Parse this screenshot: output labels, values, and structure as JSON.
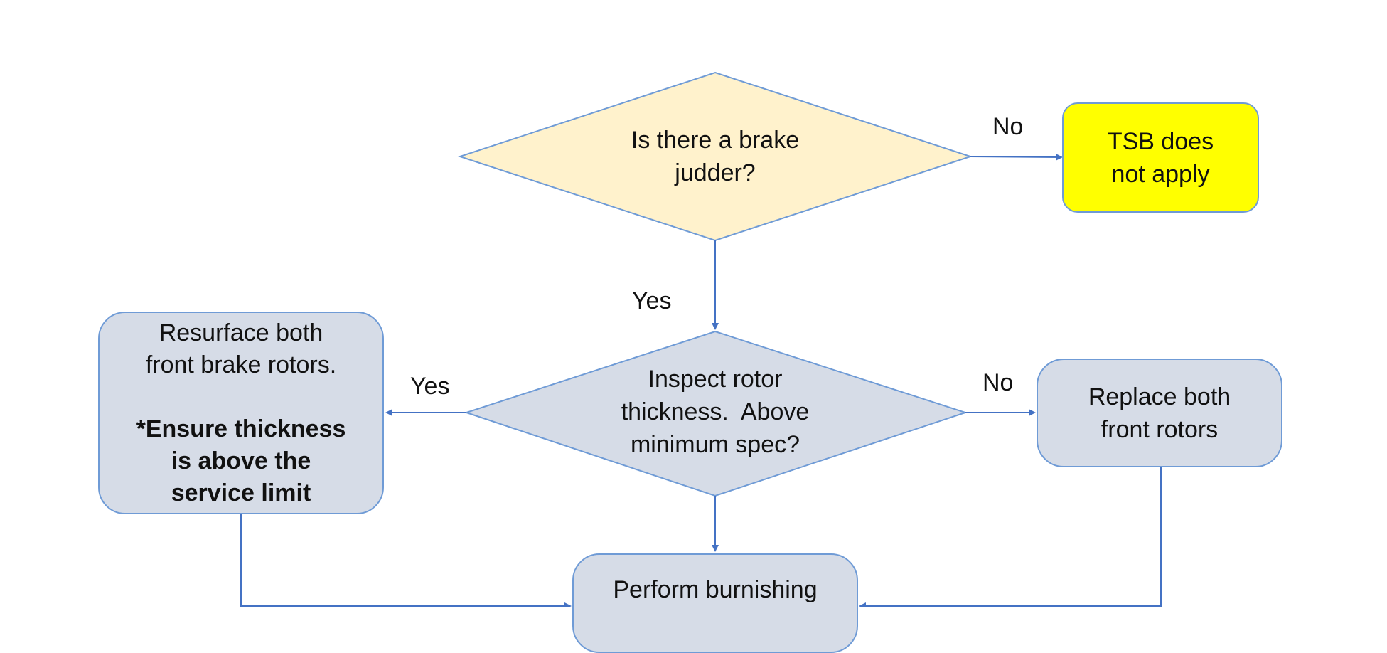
{
  "colors": {
    "decision_start_fill": "#fff2cc",
    "decision_fill": "#d6dce7",
    "process_fill": "#d6dce7",
    "terminal_fill": "#ffff00",
    "node_border": "#6f9bd6",
    "arrow": "#4472c4"
  },
  "nodes": {
    "brake_judder": {
      "lines": [
        "Is there a brake",
        "judder?"
      ]
    },
    "tsb_not_apply": {
      "lines": [
        "TSB does",
        "not apply"
      ]
    },
    "inspect_rotor": {
      "lines": [
        "Inspect rotor",
        "thickness.  Above",
        "minimum spec?"
      ]
    },
    "resurface": {
      "lines": [
        "Resurface both",
        "front brake rotors."
      ],
      "note_lines": [
        "*Ensure thickness",
        "is above the",
        "service limit"
      ]
    },
    "replace": {
      "lines": [
        "Replace both",
        "front rotors"
      ]
    },
    "burnishing": {
      "lines": [
        "Perform burnishing"
      ]
    }
  },
  "edges": {
    "judder_no": "No",
    "judder_yes": "Yes",
    "inspect_yes": "Yes",
    "inspect_no": "No"
  }
}
